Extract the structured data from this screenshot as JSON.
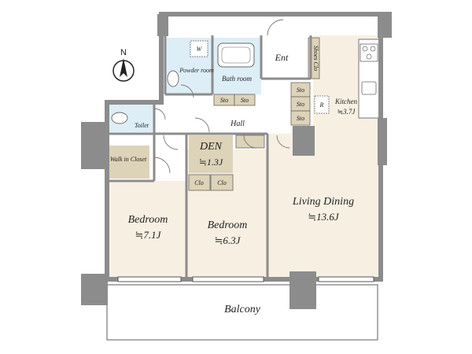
{
  "compass": {
    "north_label": "N"
  },
  "rooms": {
    "living_dining": {
      "name": "Living Dining",
      "size": "≒13.6J"
    },
    "bedroom_left": {
      "name": "Bedroom",
      "size": "≒7.1J"
    },
    "bedroom_mid": {
      "name": "Bedroom",
      "size": "≒6.3J"
    },
    "den": {
      "name": "DEN",
      "size": "≒1.3J"
    },
    "kitchen": {
      "name": "Kitchen",
      "size": "≒3.7J"
    },
    "balcony": {
      "name": "Balcony"
    },
    "entrance": {
      "name": "Ent"
    },
    "hall": {
      "name": "Hall"
    },
    "bathroom": {
      "name": "Bath room"
    },
    "powder_room": {
      "name": "Powder room"
    },
    "toilet": {
      "name": "Toilet"
    },
    "walk_in_closet": {
      "name": "Walk in Closet"
    },
    "shoes_closet": {
      "name": "Shoes Clo"
    }
  },
  "fixtures": {
    "storage": "Sto",
    "closet": "Clo",
    "washer": "W",
    "refrigerator": "R"
  },
  "colors": {
    "floor": "#f7f0e2",
    "wet_area": "#ddeef7",
    "storage": "#ddd3b8",
    "wall": "#8c8c8c",
    "balcony": "#ffffff"
  }
}
